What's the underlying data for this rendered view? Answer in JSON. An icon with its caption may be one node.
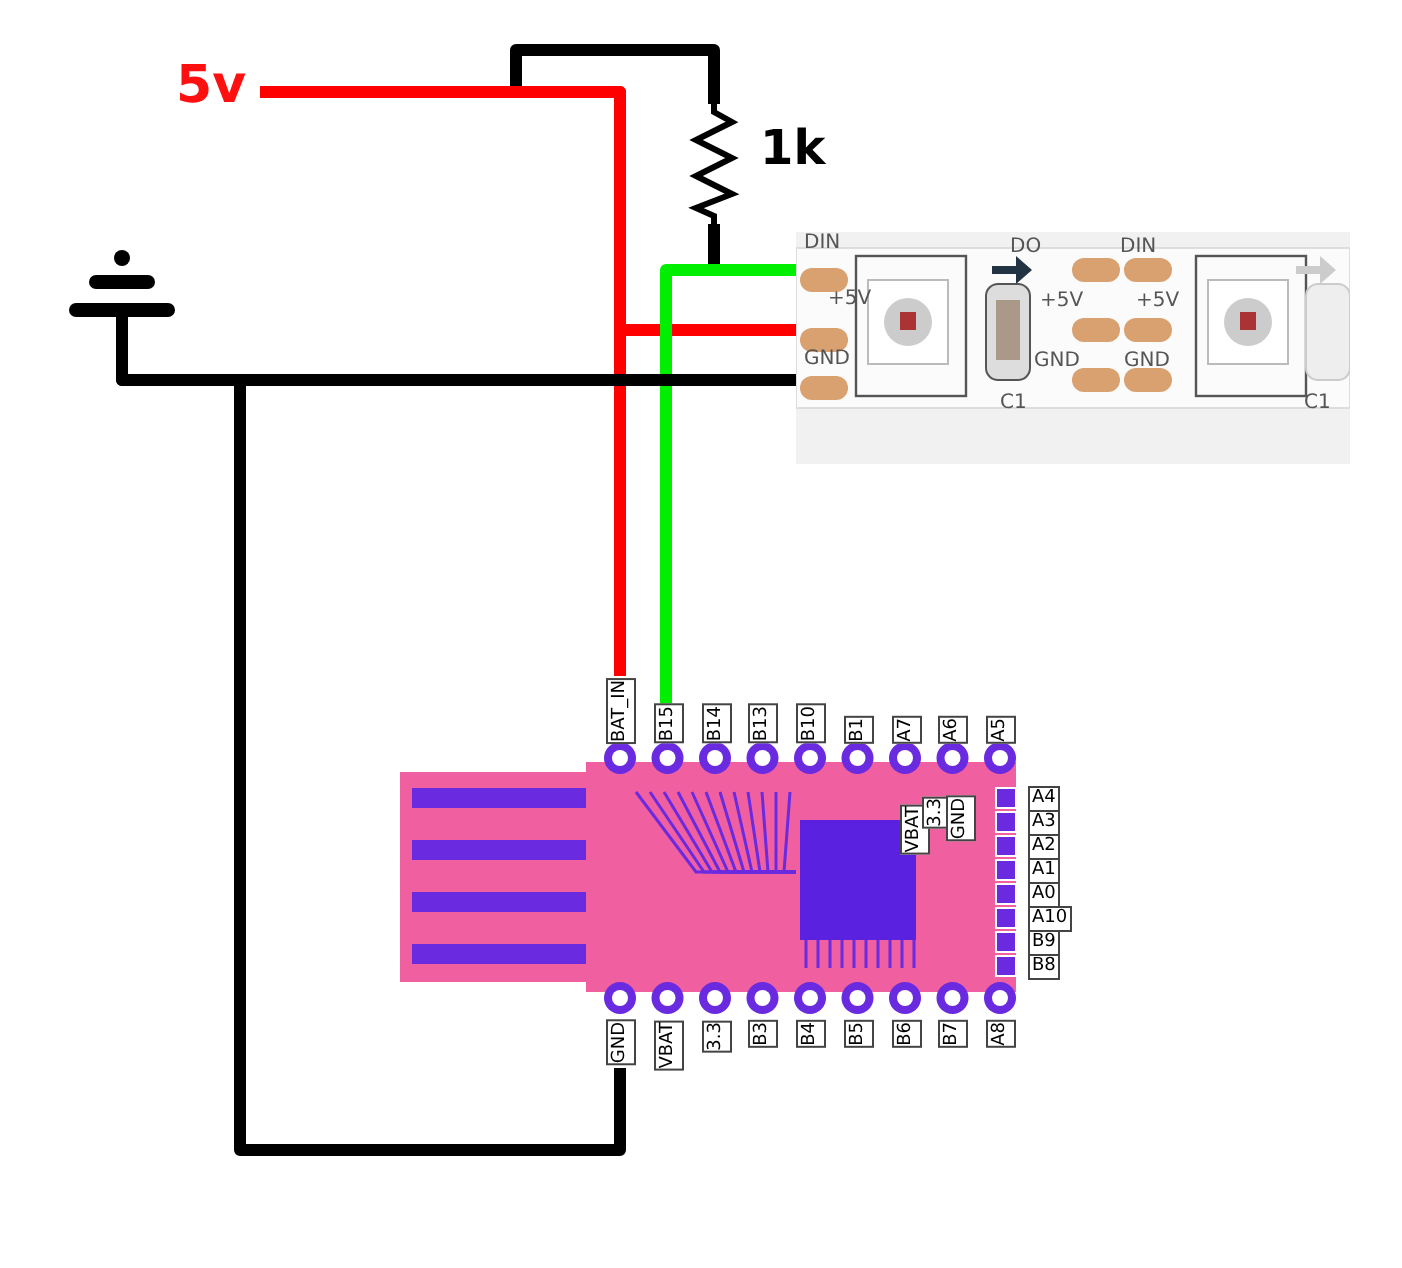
{
  "diagram": {
    "nodes": [
      {
        "text": [
          "5v"
        ]
      },
      {
        "text": [
          "1k"
        ]
      },
      {
        "text": [],
        "shape": "ground"
      },
      {
        "text": [],
        "shape": "picture"
      },
      {
        "text": [
          "DIN"
        ],
        "in": 3
      },
      {
        "text": [
          "+5V"
        ],
        "in": 3
      },
      {
        "text": [
          "GND"
        ],
        "in": 3
      },
      {
        "text": [],
        "shape": "picture"
      },
      {
        "text": [
          "BAT_IN"
        ]
      },
      {
        "text": [
          "B15"
        ]
      },
      {
        "text": [
          "B14"
        ]
      },
      {
        "text": [
          "B13"
        ]
      },
      {
        "text": [
          "B10"
        ]
      },
      {
        "text": [
          "B1"
        ]
      },
      {
        "text": [
          "A7"
        ]
      },
      {
        "text": [
          "A6"
        ]
      },
      {
        "text": [
          "A5"
        ]
      },
      {
        "text": [
          "A4"
        ]
      },
      {
        "text": [
          "A3"
        ]
      },
      {
        "text": [
          "A2"
        ]
      },
      {
        "text": [
          "A1"
        ]
      },
      {
        "text": [
          "A0"
        ]
      },
      {
        "text": [
          "A10"
        ]
      },
      {
        "text": [
          "B9"
        ]
      },
      {
        "text": [
          "B8"
        ]
      },
      {
        "text": [
          "VBAT"
        ],
        "in": 7
      },
      {
        "text": [
          "3.3"
        ],
        "in": 7
      },
      {
        "text": [
          "GND"
        ],
        "in": 7
      },
      {
        "text": [
          "GND"
        ]
      },
      {
        "text": [
          "VBAT"
        ]
      },
      {
        "text": [
          "3.3"
        ]
      },
      {
        "text": [
          "B3"
        ]
      },
      {
        "text": [
          "B4"
        ]
      },
      {
        "text": [
          "B5"
        ]
      },
      {
        "text": [
          "B6"
        ]
      },
      {
        "text": [
          "B7"
        ]
      },
      {
        "text": [
          "A8"
        ]
      }
    ],
    "edges": [
      {
        "from": 0,
        "to": 8,
        "arrow": "none",
        "color": "#ff0000"
      },
      {
        "from": 0,
        "to": 5,
        "arrow": "none",
        "color": "#ff0000"
      },
      {
        "from": 0,
        "to": 1,
        "arrow": "none"
      },
      {
        "from": 1,
        "to": 4,
        "arrow": "none"
      },
      {
        "from": 9,
        "to": 4,
        "arrow": "none",
        "color": "#00ee00"
      },
      {
        "from": 2,
        "to": 6,
        "arrow": "none"
      },
      {
        "from": 2,
        "to": 28,
        "arrow": "none"
      }
    ],
    "labels": [
      "DO",
      "DIN",
      "+5V",
      "+5V",
      "GND",
      "GND",
      "C1",
      "C1"
    ]
  }
}
